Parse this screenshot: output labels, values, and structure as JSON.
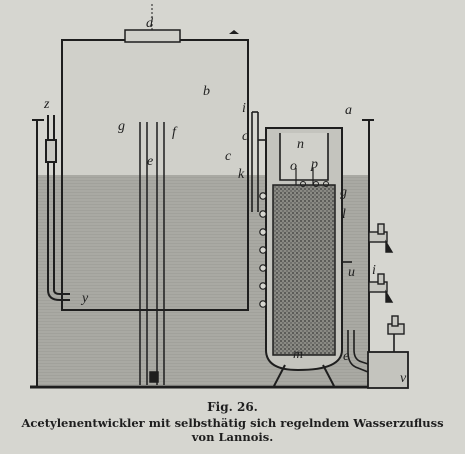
{
  "figure": {
    "number": "Fig. 26.",
    "caption_line1": "Acetylenentwickler mit selbsthätig sich regelndem Wasserzufluss",
    "caption_line2": "von Lannois.",
    "labels": {
      "a": "a",
      "b": "b",
      "c": "c",
      "c2": "c",
      "d": "d",
      "e": "e",
      "e2": "e",
      "f": "f",
      "g": "g",
      "g2": "g",
      "i": "i",
      "i2": "i",
      "k": "k",
      "l": "l",
      "m": "m",
      "n": "n",
      "o": "o",
      "p": "p",
      "u": "u",
      "v": "v",
      "y": "y",
      "z": "z"
    }
  },
  "colors": {
    "ink": "#1e1e1e",
    "paper": "#d6d6d0",
    "water": "#a9a9a3"
  }
}
